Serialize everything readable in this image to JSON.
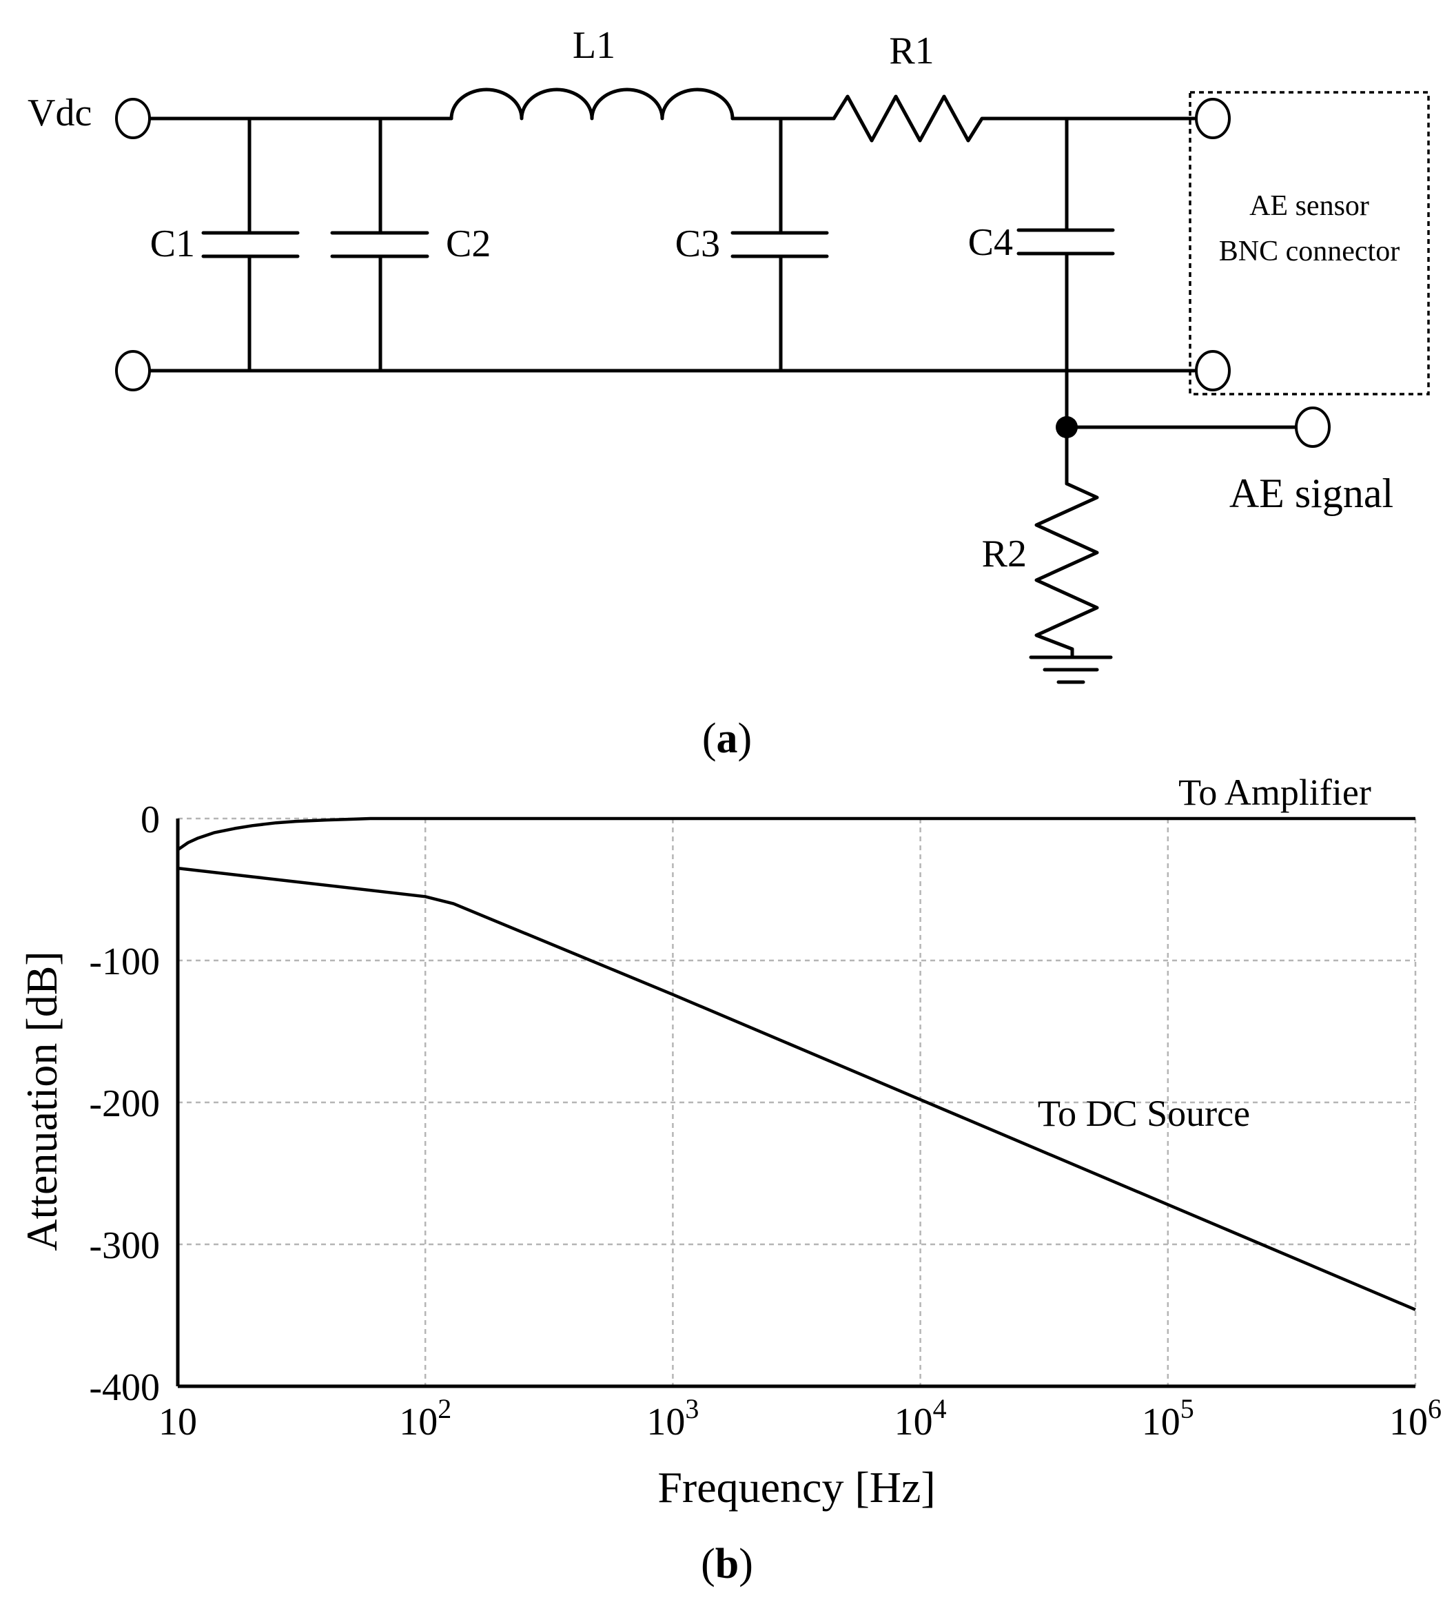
{
  "circuit": {
    "labels": {
      "vdc": "Vdc",
      "l1": "L1",
      "r1": "R1",
      "r2": "R2",
      "c1": "C1",
      "c2": "C2",
      "c3": "C3",
      "c4": "C4",
      "ae_sensor_line1": "AE sensor",
      "ae_sensor_line2": "BNC connector",
      "ae_signal": "AE signal"
    },
    "caption": {
      "open": "(",
      "letter": "a",
      "close": ")"
    }
  },
  "chart_caption": {
    "open": "(",
    "letter": "b",
    "close": ")"
  },
  "chart_data": {
    "type": "line",
    "xscale": "log",
    "xlim": [
      10,
      1000000
    ],
    "ylim": [
      -400,
      0
    ],
    "xlabel": "Frequency [Hz]",
    "ylabel": "Attenuation [dB]",
    "yticks": [
      "0",
      "-100",
      "-200",
      "-300",
      "-400"
    ],
    "xticks": [
      {
        "base": "10",
        "exp": ""
      },
      {
        "base": "10",
        "exp": "2"
      },
      {
        "base": "10",
        "exp": "3"
      },
      {
        "base": "10",
        "exp": "4"
      },
      {
        "base": "10",
        "exp": "5"
      },
      {
        "base": "10",
        "exp": "6"
      }
    ],
    "grid": true,
    "series": [
      {
        "name": "To Amplifier",
        "x": [
          10,
          11,
          12,
          14,
          17,
          20,
          25,
          30,
          40,
          50,
          60,
          100,
          1000,
          1000000
        ],
        "y": [
          -22,
          -17,
          -14,
          -10,
          -7,
          -5,
          -3,
          -2,
          -1,
          -0.5,
          0,
          0,
          0,
          0
        ]
      },
      {
        "name": "To DC Source",
        "x": [
          10,
          100,
          130,
          1000,
          10000,
          100000,
          1000000
        ],
        "y": [
          -35,
          -55,
          -60,
          -124,
          -198,
          -272,
          -346
        ]
      }
    ]
  }
}
